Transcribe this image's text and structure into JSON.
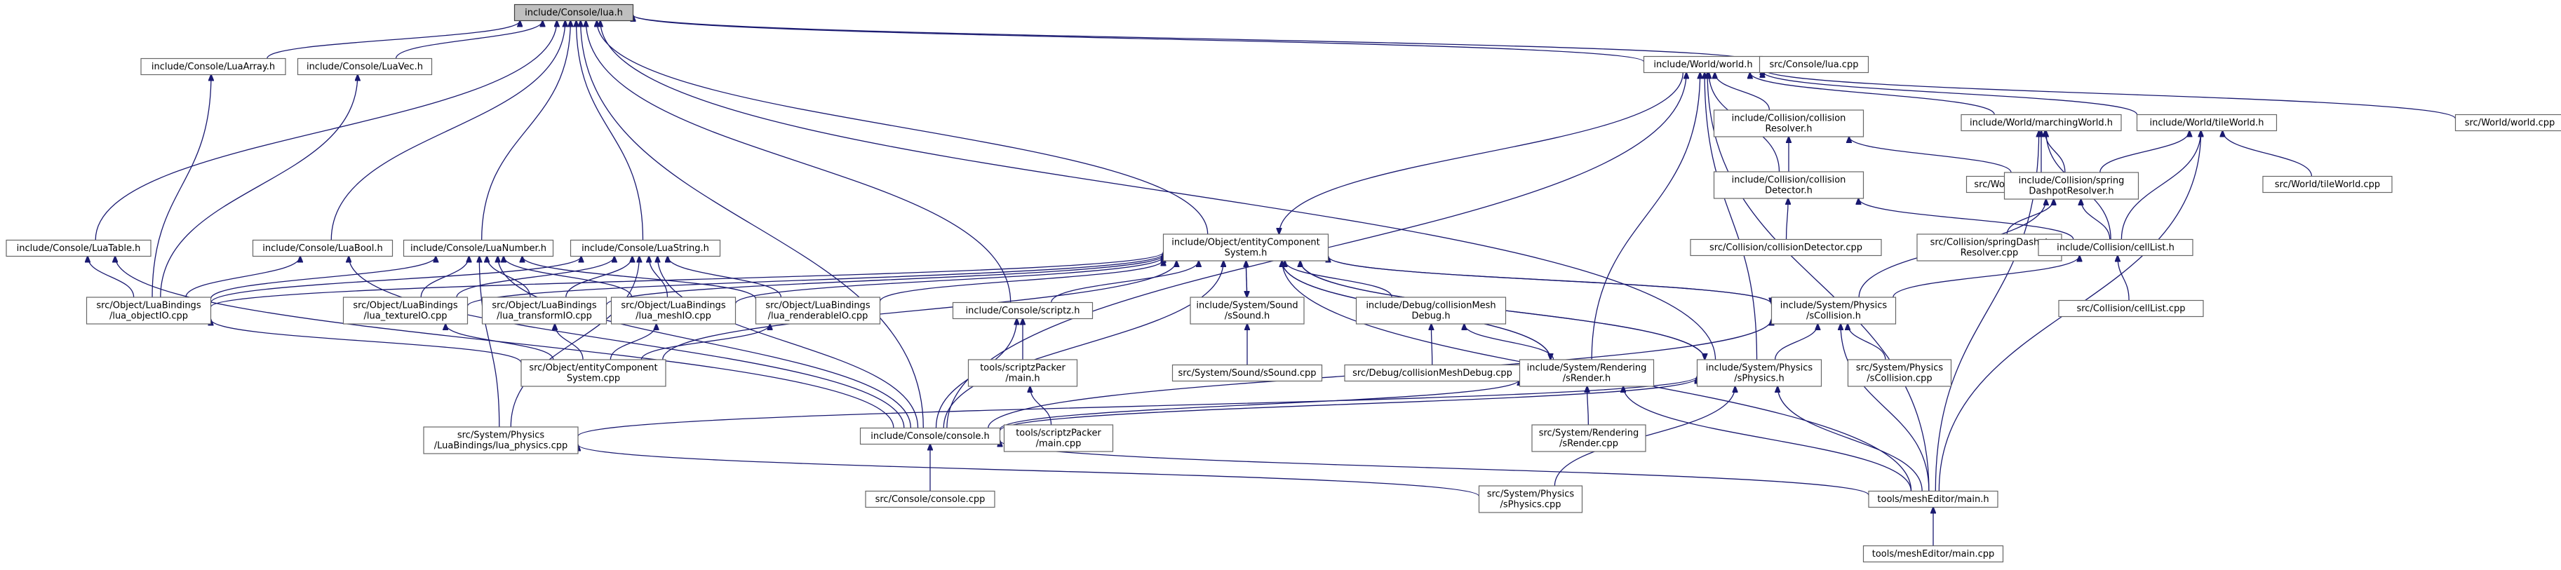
{
  "title": "include/Console/lua.h",
  "nodes": [
    {
      "id": "lua_h",
      "lines": [
        "include/Console/lua.h"
      ],
      "root": true
    },
    {
      "id": "luaarray_h",
      "lines": [
        "include/Console/LuaArray.h"
      ]
    },
    {
      "id": "luavec_h",
      "lines": [
        "include/Console/LuaVec.h"
      ]
    },
    {
      "id": "world_h",
      "lines": [
        "include/World/world.h"
      ]
    },
    {
      "id": "lua_cpp",
      "lines": [
        "src/Console/lua.cpp"
      ]
    },
    {
      "id": "collres_h",
      "lines": [
        "include/Collision/collision",
        "Resolver.h"
      ]
    },
    {
      "id": "marching_h",
      "lines": [
        "include/World/marchingWorld.h"
      ]
    },
    {
      "id": "tile_h",
      "lines": [
        "include/World/tileWorld.h"
      ]
    },
    {
      "id": "world_cpp",
      "lines": [
        "src/World/world.cpp"
      ]
    },
    {
      "id": "marching_cpp",
      "lines": [
        "src/World/marchingWorld.cpp"
      ]
    },
    {
      "id": "spring_h",
      "lines": [
        "include/Collision/spring",
        "DashpotResolver.h"
      ]
    },
    {
      "id": "tile_cpp",
      "lines": [
        "src/World/tileWorld.cpp"
      ]
    },
    {
      "id": "colldet_h",
      "lines": [
        "include/Collision/collision",
        "Detector.h"
      ]
    },
    {
      "id": "spring_cpp",
      "lines": [
        "src/Collision/springDashot",
        "Resolver.cpp"
      ]
    },
    {
      "id": "celllist_h",
      "lines": [
        "include/Collision/cellList.h"
      ]
    },
    {
      "id": "colldet_cpp",
      "lines": [
        "src/Collision/collisionDetector.cpp"
      ]
    },
    {
      "id": "celllist_cpp",
      "lines": [
        "src/Collision/cellList.cpp"
      ]
    },
    {
      "id": "luatable_h",
      "lines": [
        "include/Console/LuaTable.h"
      ]
    },
    {
      "id": "luabool_h",
      "lines": [
        "include/Console/LuaBool.h"
      ]
    },
    {
      "id": "luanumber_h",
      "lines": [
        "include/Console/LuaNumber.h"
      ]
    },
    {
      "id": "luastring_h",
      "lines": [
        "include/Console/LuaString.h"
      ]
    },
    {
      "id": "ecs_h",
      "lines": [
        "include/Object/entityComponent",
        "System.h"
      ]
    },
    {
      "id": "fua_object",
      "lines": [
        "src/Object/LuaBindings",
        "/lua_objectIO.cpp"
      ]
    },
    {
      "id": "fua_texture",
      "lines": [
        "src/Object/LuaBindings",
        "/lua_textureIO.cpp"
      ]
    },
    {
      "id": "fua_transform",
      "lines": [
        "src/Object/LuaBindings",
        "/lua_transformIO.cpp"
      ]
    },
    {
      "id": "fua_mesh",
      "lines": [
        "src/Object/LuaBindings",
        "/lua_meshIO.cpp"
      ]
    },
    {
      "id": "fua_renderable",
      "lines": [
        "src/Object/LuaBindings",
        "/lua_renderableIO.cpp"
      ]
    },
    {
      "id": "scriptz_h",
      "lines": [
        "include/Console/scriptz.h"
      ]
    },
    {
      "id": "ssound_h",
      "lines": [
        "include/System/Sound",
        "/sSound.h"
      ]
    },
    {
      "id": "meshdebug_h",
      "lines": [
        "include/Debug/collisionMesh",
        "Debug.h"
      ]
    },
    {
      "id": "scollision_h",
      "lines": [
        "include/System/Physics",
        "/sCollision.h"
      ]
    },
    {
      "id": "ecs_cpp",
      "lines": [
        "src/Object/entityComponent",
        "System.cpp"
      ]
    },
    {
      "id": "packer_h",
      "lines": [
        "tools/scriptzPacker",
        "/main.h"
      ]
    },
    {
      "id": "ssound_cpp",
      "lines": [
        "src/System/Sound/sSound.cpp"
      ]
    },
    {
      "id": "meshdebug_cpp",
      "lines": [
        "src/Debug/collisionMeshDebug.cpp"
      ]
    },
    {
      "id": "srender_h",
      "lines": [
        "include/System/Rendering",
        "/sRender.h"
      ]
    },
    {
      "id": "sphysics_h",
      "lines": [
        "include/System/Physics",
        "/sPhysics.h"
      ]
    },
    {
      "id": "scollision_cpp",
      "lines": [
        "src/System/Physics",
        "/sCollision.cpp"
      ]
    },
    {
      "id": "fua_physics",
      "lines": [
        "src/System/Physics",
        "/LuaBindings/lua_physics.cpp"
      ]
    },
    {
      "id": "console_h",
      "lines": [
        "include/Console/console.h"
      ]
    },
    {
      "id": "packer_cpp",
      "lines": [
        "tools/scriptzPacker",
        "/main.cpp"
      ]
    },
    {
      "id": "srender_cpp",
      "lines": [
        "src/System/Rendering",
        "/sRender.cpp"
      ]
    },
    {
      "id": "console_cpp",
      "lines": [
        "src/Console/console.cpp"
      ]
    },
    {
      "id": "sphysics_cpp",
      "lines": [
        "src/System/Physics",
        "/sPhysics.cpp"
      ]
    },
    {
      "id": "mesheditor_h",
      "lines": [
        "tools/meshEditor/main.h"
      ]
    },
    {
      "id": "mesheditor_cpp",
      "lines": [
        "tools/meshEditor/main.cpp"
      ]
    }
  ],
  "edges": [
    [
      "luaarray_h",
      "lua_h"
    ],
    [
      "luavec_h",
      "lua_h"
    ],
    [
      "world_h",
      "lua_h"
    ],
    [
      "lua_cpp",
      "lua_h"
    ],
    [
      "luatable_h",
      "lua_h"
    ],
    [
      "luabool_h",
      "lua_h"
    ],
    [
      "luanumber_h",
      "lua_h"
    ],
    [
      "luastring_h",
      "lua_h"
    ],
    [
      "ecs_h",
      "lua_h"
    ],
    [
      "scriptz_h",
      "lua_h"
    ],
    [
      "console_h",
      "lua_h"
    ],
    [
      "sphysics_h",
      "lua_h"
    ],
    [
      "fua_object",
      "luaarray_h"
    ],
    [
      "fua_object",
      "luavec_h"
    ],
    [
      "fua_object",
      "luatable_h"
    ],
    [
      "console_h",
      "luatable_h"
    ],
    [
      "fua_object",
      "luabool_h"
    ],
    [
      "console_h",
      "luabool_h"
    ],
    [
      "fua_object",
      "luanumber_h"
    ],
    [
      "fua_texture",
      "luanumber_h"
    ],
    [
      "fua_transform",
      "luanumber_h"
    ],
    [
      "fua_mesh",
      "luanumber_h"
    ],
    [
      "fua_renderable",
      "luanumber_h"
    ],
    [
      "fua_physics",
      "luanumber_h"
    ],
    [
      "console_h",
      "luanumber_h"
    ],
    [
      "fua_object",
      "luastring_h"
    ],
    [
      "fua_texture",
      "luastring_h"
    ],
    [
      "fua_transform",
      "luastring_h"
    ],
    [
      "fua_mesh",
      "luastring_h"
    ],
    [
      "fua_renderable",
      "luastring_h"
    ],
    [
      "fua_physics",
      "luastring_h"
    ],
    [
      "console_h",
      "luastring_h"
    ],
    [
      "ecs_cpp",
      "fua_object"
    ],
    [
      "ecs_cpp",
      "fua_texture"
    ],
    [
      "ecs_cpp",
      "fua_transform"
    ],
    [
      "ecs_cpp",
      "fua_mesh"
    ],
    [
      "ecs_cpp",
      "fua_renderable"
    ],
    [
      "fua_object",
      "ecs_h"
    ],
    [
      "fua_texture",
      "ecs_h"
    ],
    [
      "fua_transform",
      "ecs_h"
    ],
    [
      "fua_mesh",
      "ecs_h"
    ],
    [
      "fua_renderable",
      "ecs_h"
    ],
    [
      "ecs_cpp",
      "ecs_h"
    ],
    [
      "scriptz_h",
      "ecs_h"
    ],
    [
      "ssound_h",
      "ecs_h"
    ],
    [
      "meshdebug_h",
      "ecs_h"
    ],
    [
      "scollision_h",
      "ecs_h"
    ],
    [
      "srender_h",
      "ecs_h"
    ],
    [
      "sphysics_h",
      "ecs_h"
    ],
    [
      "mesheditor_h",
      "ecs_h"
    ],
    [
      "console_h",
      "ecs_h"
    ],
    [
      "world_h",
      "ecs_h"
    ],
    [
      "ecs_h",
      "ssound_h"
    ],
    [
      "ecs_h",
      "scollision_h"
    ],
    [
      "ecs_h",
      "srender_h"
    ],
    [
      "ecs_h",
      "sphysics_h"
    ],
    [
      "ssound_cpp",
      "ssound_h"
    ],
    [
      "meshdebug_cpp",
      "meshdebug_h"
    ],
    [
      "srender_h",
      "meshdebug_h"
    ],
    [
      "packer_h",
      "scriptz_h"
    ],
    [
      "console_h",
      "scriptz_h"
    ],
    [
      "packer_cpp",
      "packer_h"
    ],
    [
      "collres_h",
      "world_h"
    ],
    [
      "marching_h",
      "world_h"
    ],
    [
      "tile_h",
      "world_h"
    ],
    [
      "world_cpp",
      "world_h"
    ],
    [
      "colldet_h",
      "world_h"
    ],
    [
      "srender_h",
      "world_h"
    ],
    [
      "sphysics_h",
      "world_h"
    ],
    [
      "mesheditor_h",
      "world_h"
    ],
    [
      "console_h",
      "world_h"
    ],
    [
      "colldet_h",
      "collres_h"
    ],
    [
      "spring_h",
      "collres_h"
    ],
    [
      "marching_cpp",
      "marching_h"
    ],
    [
      "spring_h",
      "marching_h"
    ],
    [
      "celllist_h",
      "marching_h"
    ],
    [
      "mesheditor_h",
      "marching_h"
    ],
    [
      "tile_cpp",
      "tile_h"
    ],
    [
      "spring_h",
      "tile_h"
    ],
    [
      "celllist_h",
      "tile_h"
    ],
    [
      "mesheditor_h",
      "tile_h"
    ],
    [
      "spring_cpp",
      "spring_h"
    ],
    [
      "celllist_h",
      "spring_h"
    ],
    [
      "scollision_h",
      "spring_h"
    ],
    [
      "colldet_cpp",
      "colldet_h"
    ],
    [
      "celllist_h",
      "colldet_h"
    ],
    [
      "celllist_cpp",
      "celllist_h"
    ],
    [
      "scollision_h",
      "celllist_h"
    ],
    [
      "sphysics_h",
      "scollision_h"
    ],
    [
      "scollision_cpp",
      "scollision_h"
    ],
    [
      "mesheditor_h",
      "scollision_h"
    ],
    [
      "console_h",
      "scollision_h"
    ],
    [
      "srender_cpp",
      "srender_h"
    ],
    [
      "mesheditor_h",
      "srender_h"
    ],
    [
      "console_h",
      "srender_h"
    ],
    [
      "fua_physics",
      "sphysics_h"
    ],
    [
      "sphysics_cpp",
      "sphysics_h"
    ],
    [
      "mesheditor_h",
      "sphysics_h"
    ],
    [
      "console_h",
      "sphysics_h"
    ],
    [
      "console_cpp",
      "console_h"
    ],
    [
      "mesheditor_h",
      "console_h"
    ],
    [
      "sphysics_cpp",
      "fua_physics"
    ],
    [
      "mesheditor_cpp",
      "mesheditor_h"
    ]
  ]
}
